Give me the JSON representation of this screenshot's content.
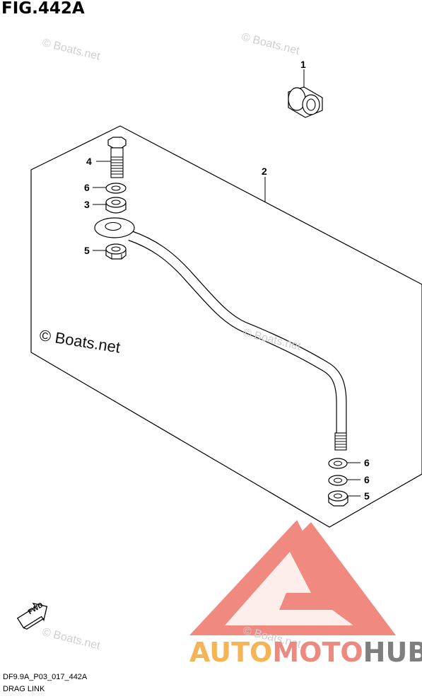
{
  "figure": {
    "title": "FIG.442A",
    "code": "DF9.9A_P03_017_442A",
    "name": "DRAG LINK"
  },
  "watermarks": {
    "main": "© Boats.net",
    "faint": "© Boats.net"
  },
  "callouts": [
    "1",
    "2",
    "4",
    "6",
    "3",
    "5",
    "6",
    "6",
    "5"
  ],
  "fwd_label": "FWD",
  "brand": {
    "part1": "AUTO",
    "part2": "MOTO",
    "part3": "HUB"
  },
  "colors": {
    "logo_red": "#f08a80",
    "logo_orange": "#f5b455",
    "logo_gray": "#7f7f7f",
    "line": "#000000"
  }
}
